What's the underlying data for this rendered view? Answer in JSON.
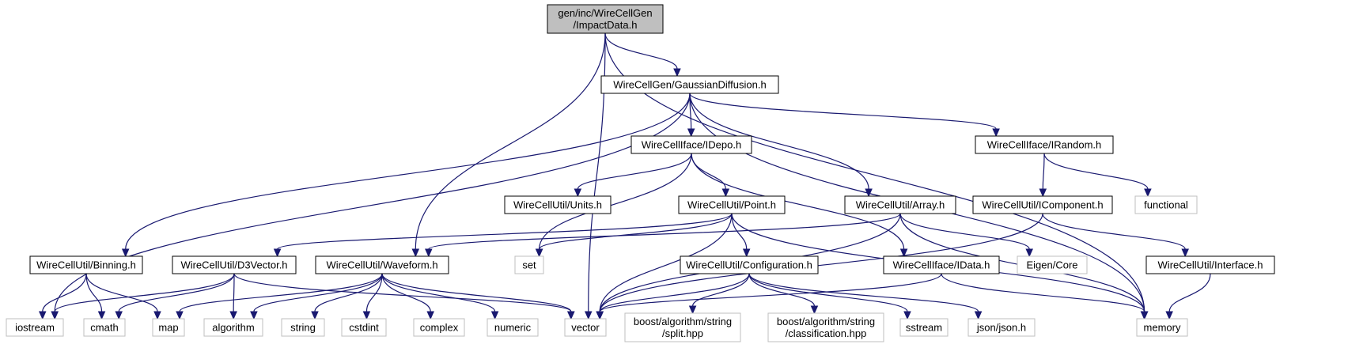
{
  "colors": {
    "edge": "#191970",
    "node_border": "#000000",
    "external_border": "#bfbfbf",
    "root_fill": "#bfbfbf"
  },
  "nodes": {
    "impactdata": {
      "lines": [
        "gen/inc/WireCellGen",
        "/ImpactData.h"
      ],
      "kind": "root"
    },
    "gaussian": {
      "lines": [
        "WireCellGen/GaussianDiffusion.h"
      ],
      "kind": "internal"
    },
    "idepo": {
      "lines": [
        "WireCellIface/IDepo.h"
      ],
      "kind": "internal"
    },
    "irandom": {
      "lines": [
        "WireCellIface/IRandom.h"
      ],
      "kind": "internal"
    },
    "units": {
      "lines": [
        "WireCellUtil/Units.h"
      ],
      "kind": "internal"
    },
    "point": {
      "lines": [
        "WireCellUtil/Point.h"
      ],
      "kind": "internal"
    },
    "array": {
      "lines": [
        "WireCellUtil/Array.h"
      ],
      "kind": "internal"
    },
    "icomponent": {
      "lines": [
        "WireCellUtil/IComponent.h"
      ],
      "kind": "internal"
    },
    "functional": {
      "lines": [
        "functional"
      ],
      "kind": "external"
    },
    "binning": {
      "lines": [
        "WireCellUtil/Binning.h"
      ],
      "kind": "internal"
    },
    "d3vector": {
      "lines": [
        "WireCellUtil/D3Vector.h"
      ],
      "kind": "internal"
    },
    "waveform": {
      "lines": [
        "WireCellUtil/Waveform.h"
      ],
      "kind": "internal"
    },
    "set": {
      "lines": [
        "set"
      ],
      "kind": "external"
    },
    "configuration": {
      "lines": [
        "WireCellUtil/Configuration.h"
      ],
      "kind": "internal"
    },
    "idata": {
      "lines": [
        "WireCellIface/IData.h"
      ],
      "kind": "internal"
    },
    "eigen": {
      "lines": [
        "Eigen/Core"
      ],
      "kind": "external"
    },
    "interface": {
      "lines": [
        "WireCellUtil/Interface.h"
      ],
      "kind": "internal"
    },
    "iostream": {
      "lines": [
        "iostream"
      ],
      "kind": "external"
    },
    "cmath": {
      "lines": [
        "cmath"
      ],
      "kind": "external"
    },
    "map": {
      "lines": [
        "map"
      ],
      "kind": "external"
    },
    "algorithm": {
      "lines": [
        "algorithm"
      ],
      "kind": "external"
    },
    "string": {
      "lines": [
        "string"
      ],
      "kind": "external"
    },
    "cstdint": {
      "lines": [
        "cstdint"
      ],
      "kind": "external"
    },
    "complex": {
      "lines": [
        "complex"
      ],
      "kind": "external"
    },
    "numeric": {
      "lines": [
        "numeric"
      ],
      "kind": "external"
    },
    "vector": {
      "lines": [
        "vector"
      ],
      "kind": "external"
    },
    "split": {
      "lines": [
        "boost/algorithm/string",
        "/split.hpp"
      ],
      "kind": "external"
    },
    "classification": {
      "lines": [
        "boost/algorithm/string",
        "/classification.hpp"
      ],
      "kind": "external"
    },
    "sstream": {
      "lines": [
        "sstream"
      ],
      "kind": "external"
    },
    "json": {
      "lines": [
        "json/json.h"
      ],
      "kind": "external"
    },
    "memory": {
      "lines": [
        "memory"
      ],
      "kind": "external"
    }
  },
  "edges": [
    [
      "impactdata",
      "gaussian"
    ],
    [
      "impactdata",
      "waveform"
    ],
    [
      "impactdata",
      "vector"
    ],
    [
      "impactdata",
      "memory"
    ],
    [
      "gaussian",
      "idepo"
    ],
    [
      "gaussian",
      "irandom"
    ],
    [
      "gaussian",
      "array"
    ],
    [
      "gaussian",
      "binning"
    ],
    [
      "gaussian",
      "iostream"
    ],
    [
      "gaussian",
      "memory"
    ],
    [
      "idepo",
      "units"
    ],
    [
      "idepo",
      "point"
    ],
    [
      "idepo",
      "idata"
    ],
    [
      "idepo",
      "set"
    ],
    [
      "irandom",
      "icomponent"
    ],
    [
      "irandom",
      "functional"
    ],
    [
      "icomponent",
      "interface"
    ],
    [
      "icomponent",
      "vector"
    ],
    [
      "interface",
      "memory"
    ],
    [
      "point",
      "d3vector"
    ],
    [
      "point",
      "configuration"
    ],
    [
      "point",
      "set"
    ],
    [
      "point",
      "vector"
    ],
    [
      "point",
      "memory"
    ],
    [
      "array",
      "waveform"
    ],
    [
      "array",
      "eigen"
    ],
    [
      "array",
      "vector"
    ],
    [
      "array",
      "memory"
    ],
    [
      "binning",
      "iostream"
    ],
    [
      "binning",
      "cmath"
    ],
    [
      "binning",
      "map"
    ],
    [
      "d3vector",
      "iostream"
    ],
    [
      "d3vector",
      "cmath"
    ],
    [
      "d3vector",
      "algorithm"
    ],
    [
      "d3vector",
      "vector"
    ],
    [
      "waveform",
      "map"
    ],
    [
      "waveform",
      "algorithm"
    ],
    [
      "waveform",
      "string"
    ],
    [
      "waveform",
      "cstdint"
    ],
    [
      "waveform",
      "complex"
    ],
    [
      "waveform",
      "numeric"
    ],
    [
      "waveform",
      "vector"
    ],
    [
      "configuration",
      "vector"
    ],
    [
      "configuration",
      "split"
    ],
    [
      "configuration",
      "classification"
    ],
    [
      "configuration",
      "sstream"
    ],
    [
      "configuration",
      "json"
    ],
    [
      "idata",
      "vector"
    ],
    [
      "idata",
      "memory"
    ]
  ]
}
